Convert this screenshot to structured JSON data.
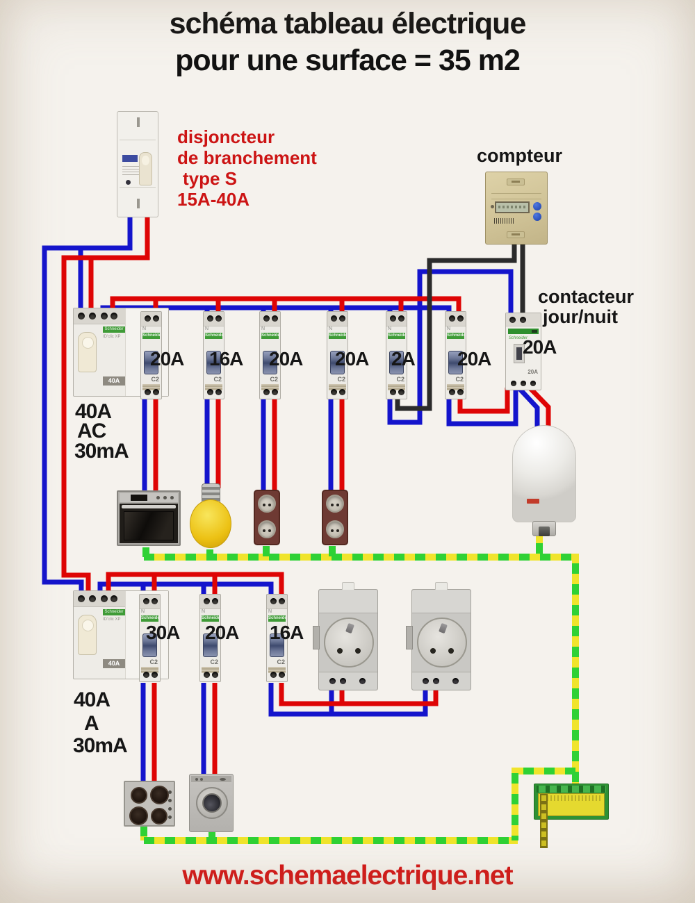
{
  "title": {
    "line1": "schéma tableau électrique",
    "line2": "pour une surface = 35 m2"
  },
  "main_breaker_label": {
    "lines": [
      "disjoncteur",
      "de branchement",
      "type S",
      "15A-40A"
    ]
  },
  "meter": {
    "label": "compteur"
  },
  "contactor": {
    "label_line1": "contacteur",
    "label_line2": "jour/nuit",
    "rating": "20A"
  },
  "diff1": {
    "lines": [
      "40A",
      "AC",
      "30mA"
    ]
  },
  "diff2": {
    "lines": [
      "40A",
      "A",
      "30mA"
    ]
  },
  "row1": {
    "ratings": [
      "20A",
      "16A",
      "20A",
      "20A",
      "2A",
      "20A"
    ]
  },
  "row2": {
    "ratings": [
      "30A",
      "20A",
      "16A"
    ]
  },
  "website": {
    "text": "www.schemaelectrique.net"
  },
  "device_markings": {
    "brand": "Schneider",
    "breaker_curve": "C2",
    "neutral": "N",
    "diff_rating": "40A",
    "diff_series": "ID'clic XP",
    "contactor_rating": "20A"
  },
  "colors": {
    "phase_wire": "#de0505",
    "neutral_wire": "#1414cc",
    "meter_signal_wire": "#2b2b2b",
    "earth_yellow": "#f0e42c",
    "earth_green": "#2fd135",
    "label_red": "#cc1414",
    "background": "#f5f2ed"
  }
}
